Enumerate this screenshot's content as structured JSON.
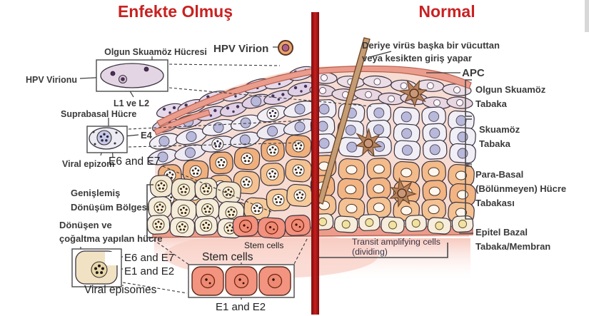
{
  "titles": {
    "infected": "Enfekte Olmuş",
    "normal": "Normal"
  },
  "virion": {
    "label": "HPV Virion"
  },
  "left_annotations": {
    "mature_cell": "Olgun Skuamöz Hücresi",
    "hpv_virion": "HPV Virionu",
    "l1_l2": "L1 ve L2",
    "suprabasal": "Suprabasal Hücre",
    "e4": "E4",
    "viral_episome": "Viral epizom",
    "e6_e7": "E6 and E7",
    "transformation_zone": "Genişlemiş\nDönüşüm Bölgesi",
    "dividing_cell": "Dönüşen ve\nçoğaltma yapılan hücre",
    "inset_e6_e7": "E6 and E7",
    "inset_e1_e2": "E1 and E2",
    "viral_episomes": "Viral episomes"
  },
  "bottom_annotations": {
    "stem_cells_small": "Stem cells",
    "stem_cells_large": "Stem cells",
    "e1_e2": "E1 and E2"
  },
  "right_annotations": {
    "virus_entry": "Deriye virüs başka bir vücuttan\nveya kesikten giriş yapar",
    "apc": "APC",
    "mature_layer": "Olgun Skuamöz\nTabaka",
    "squamous_layer": "Skuamöz\nTabaka",
    "parabasal_layer": "Para-Basal\n(Bölünmeyen) Hücre\nTabakası",
    "basal_layer": "Epitel Bazal\nTabaka/Membran",
    "transit": "Transit amplifying cells\n(dividing)"
  },
  "colors": {
    "title_red": "#c92121",
    "divider_dark": "#7e0b0b",
    "divider_light": "#c62020",
    "label_dark": "#3a3a3a",
    "surface_salmon": "#eb9d8d",
    "surface_stroke": "#b8604f",
    "membrane_salmon": "#ec9c8b",
    "membrane_stroke": "#b55c4b",
    "backing_pink": "#f0bfae",
    "lavender_cell": "#e6d9ea",
    "lavender_cell2": "#e0d0e5",
    "pale_cell": "#f1eef6",
    "lavender_nucleus": "#b8b8da",
    "orange_cell": "#f0b07e",
    "orange_cell2": "#f4c292",
    "cream_cell": "#f5ecd9",
    "yellow_nucleus": "#f2e2a2",
    "stem_pink": "#f1917e",
    "stem_nucleus": "#ee8a73",
    "dendritic_brown": "#b5835f",
    "needle_brown": "#c59c74",
    "virion_ring": "#e8a36a",
    "virion_core": "#b06088",
    "pink_glow": "#f7cabf"
  }
}
